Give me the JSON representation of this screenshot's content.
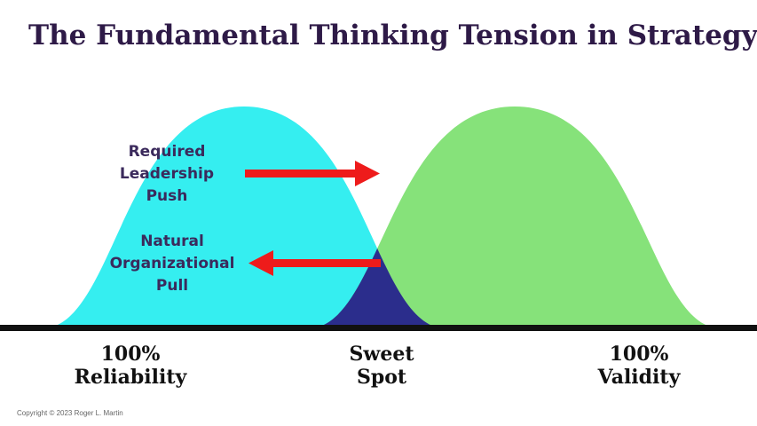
{
  "title": "The Fundamental Thinking Tension in Strategy",
  "push_label": [
    "Required",
    "Leadership",
    "Push"
  ],
  "pull_label": [
    "Natural",
    "Organizational",
    "Pull"
  ],
  "axis_labels": {
    "left": [
      "100%",
      "Reliability"
    ],
    "center": [
      "Sweet",
      "Spot"
    ],
    "right": [
      "100%",
      "Validity"
    ]
  },
  "copyright": "Copyright © 2023 Roger L. Martin",
  "colors": {
    "reliability_curve": "#35eef0",
    "validity_curve": "#86e27a",
    "sweet_spot": "#2b2d8c",
    "arrow": "#ee1b1b",
    "baseline": "#111111"
  }
}
